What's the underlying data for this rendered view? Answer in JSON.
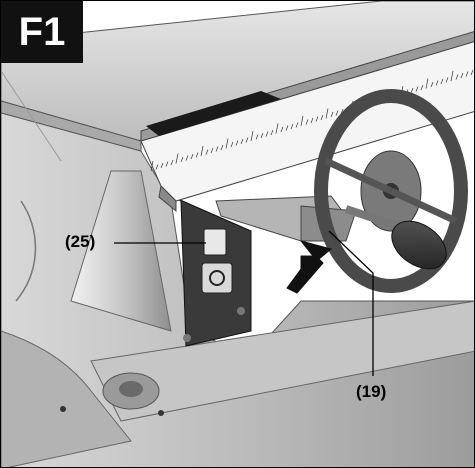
{
  "figure": {
    "label": "F1",
    "callouts": [
      {
        "id": "25",
        "text": "(25)"
      },
      {
        "id": "19",
        "text": "(19)"
      }
    ],
    "colors": {
      "badge": "#111111",
      "metal": "#c9c9c9",
      "metal_dark": "#8e8e8e",
      "panel": "#3a3a3a",
      "arrow": "#111111"
    },
    "icons": [
      "push-arrow-icon",
      "handwheel-icon",
      "ruler-scale-icon"
    ]
  }
}
